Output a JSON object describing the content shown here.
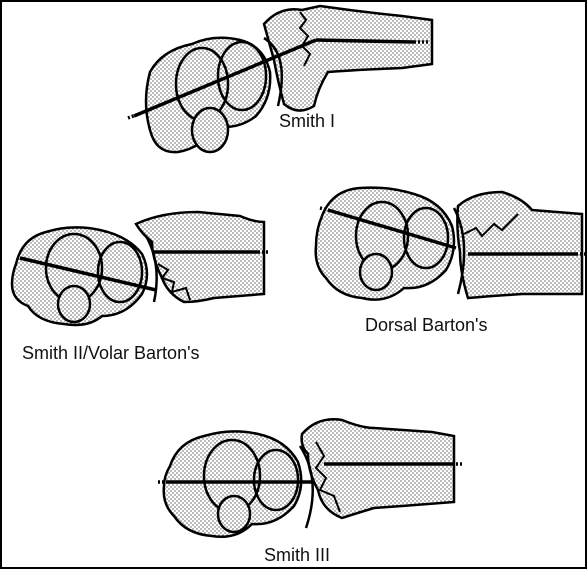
{
  "figure": {
    "panels": [
      {
        "id": "smith-1",
        "label": "Smith I"
      },
      {
        "id": "smith-2",
        "label": "Smith II/Volar Barton's"
      },
      {
        "id": "dorsal-barton",
        "label": "Dorsal Barton's"
      },
      {
        "id": "smith-3",
        "label": "Smith III"
      }
    ]
  },
  "colors": {
    "outline": "#000000",
    "fill": "#d6d6d6",
    "background": "#ffffff"
  }
}
